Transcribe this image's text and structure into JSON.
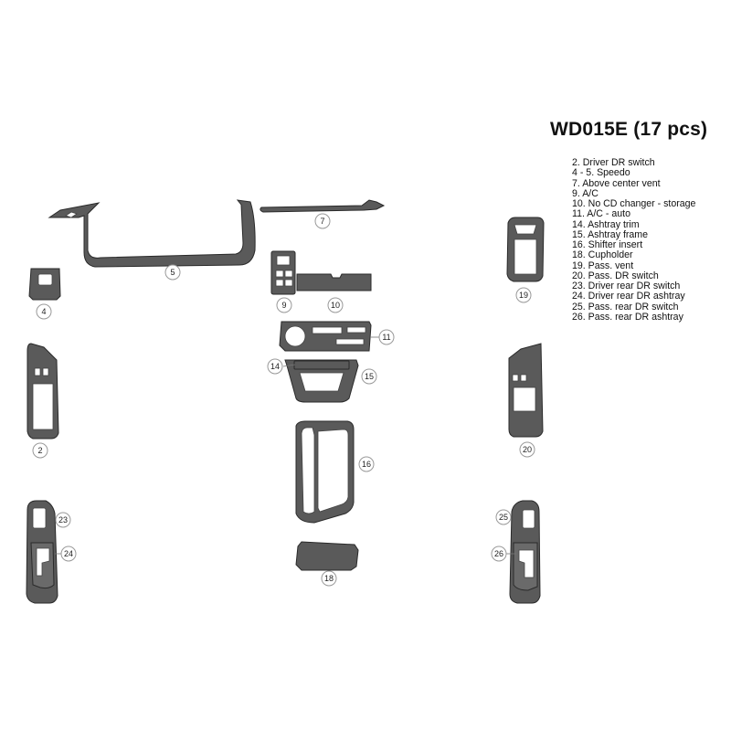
{
  "kit": {
    "title": "WD015E (17 pcs)",
    "legend": [
      "2. Driver DR switch",
      "4 - 5. Speedo",
      "7. Above center vent",
      "9. A/C",
      "10. No CD changer - storage",
      "11. A/C - auto",
      "14. Ashtray trim",
      "15. Ashtray frame",
      "16. Shifter insert",
      "18. Cupholder",
      "19. Pass. vent",
      "20. Pass. DR switch",
      "23. Driver rear DR switch",
      "24. Driver rear DR ashtray",
      "25. Pass. rear DR switch",
      "26. Pass. rear DR ashtray"
    ]
  },
  "callouts": {
    "c2": "2",
    "c4": "4",
    "c5": "5",
    "c7": "7",
    "c9": "9",
    "c10": "10",
    "c11": "11",
    "c14": "14",
    "c15": "15",
    "c16": "16",
    "c18": "18",
    "c19": "19",
    "c20": "20",
    "c23": "23",
    "c24": "24",
    "c25": "25",
    "c26": "26"
  },
  "colors": {
    "part_fill": "#5a5a5a",
    "part_stroke": "#2a2a2a"
  }
}
